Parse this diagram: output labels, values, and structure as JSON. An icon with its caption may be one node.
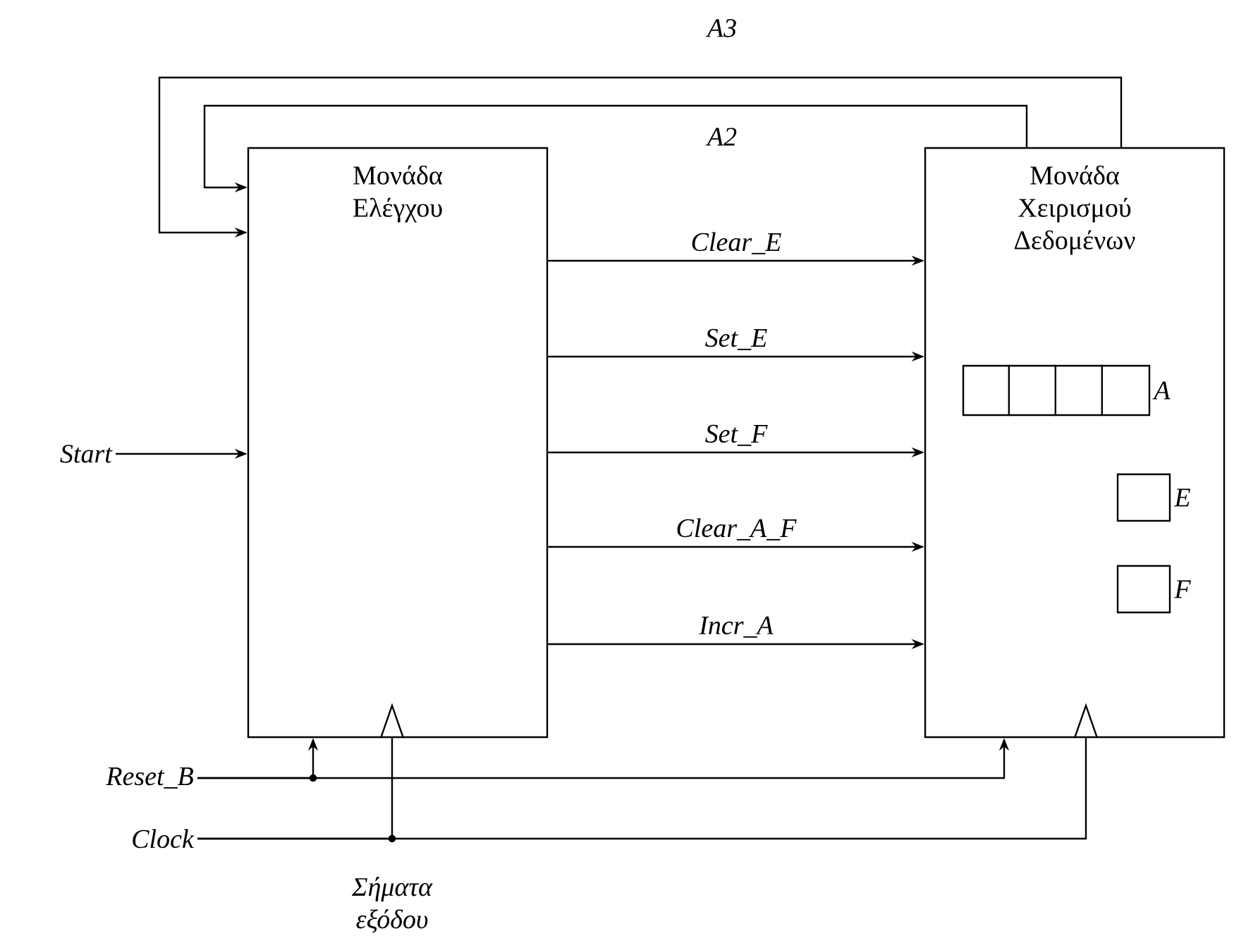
{
  "diagram": {
    "nodes": [
      {
        "text": [
          "Μονάδα Ελέγχου"
        ]
      },
      {
        "text": [
          "Μονάδα Χειρισμού Δεδομένων"
        ]
      },
      {
        "text": [
          "Start"
        ]
      },
      {
        "text": [
          "Reset_B"
        ]
      },
      {
        "text": [
          "Clock"
        ]
      },
      {
        "text": [],
        "shape": "box",
        "in": 1,
        "beside": [
          "A"
        ]
      },
      {
        "text": [],
        "shape": "box",
        "in": 1,
        "beside": [
          "E"
        ]
      },
      {
        "text": [],
        "shape": "box",
        "in": 1,
        "beside": [
          "F"
        ]
      }
    ],
    "edges": [
      {
        "from": 0,
        "to": 1,
        "arrow": "to",
        "label": "Clear_E"
      },
      {
        "from": 0,
        "to": 1,
        "arrow": "to",
        "label": "Set_E"
      },
      {
        "from": 0,
        "to": 1,
        "arrow": "to",
        "label": "Set_F"
      },
      {
        "from": 0,
        "to": 1,
        "arrow": "to",
        "label": "Clear_A_F"
      },
      {
        "from": 0,
        "to": 1,
        "arrow": "to",
        "label": "Incr_A"
      },
      {
        "from": 1,
        "to": 0,
        "arrow": "to",
        "label": "A2"
      },
      {
        "from": 1,
        "to": 0,
        "arrow": "to",
        "label": "A3"
      },
      {
        "from": 2,
        "to": 0,
        "arrow": "to"
      },
      {
        "from": 3,
        "to": 0,
        "arrow": "to"
      },
      {
        "from": 3,
        "to": 1,
        "arrow": "to"
      },
      {
        "from": 4,
        "to": 0,
        "arrow": "to"
      },
      {
        "from": 4,
        "to": 1,
        "arrow": "to"
      }
    ],
    "labels": [
      "Σήματα εξόδου"
    ]
  }
}
